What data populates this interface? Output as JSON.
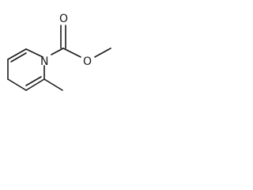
{
  "molecule": {
    "atoms": {
      "n1": "N",
      "o_carbonyl": "O",
      "o_ester": "O"
    }
  }
}
